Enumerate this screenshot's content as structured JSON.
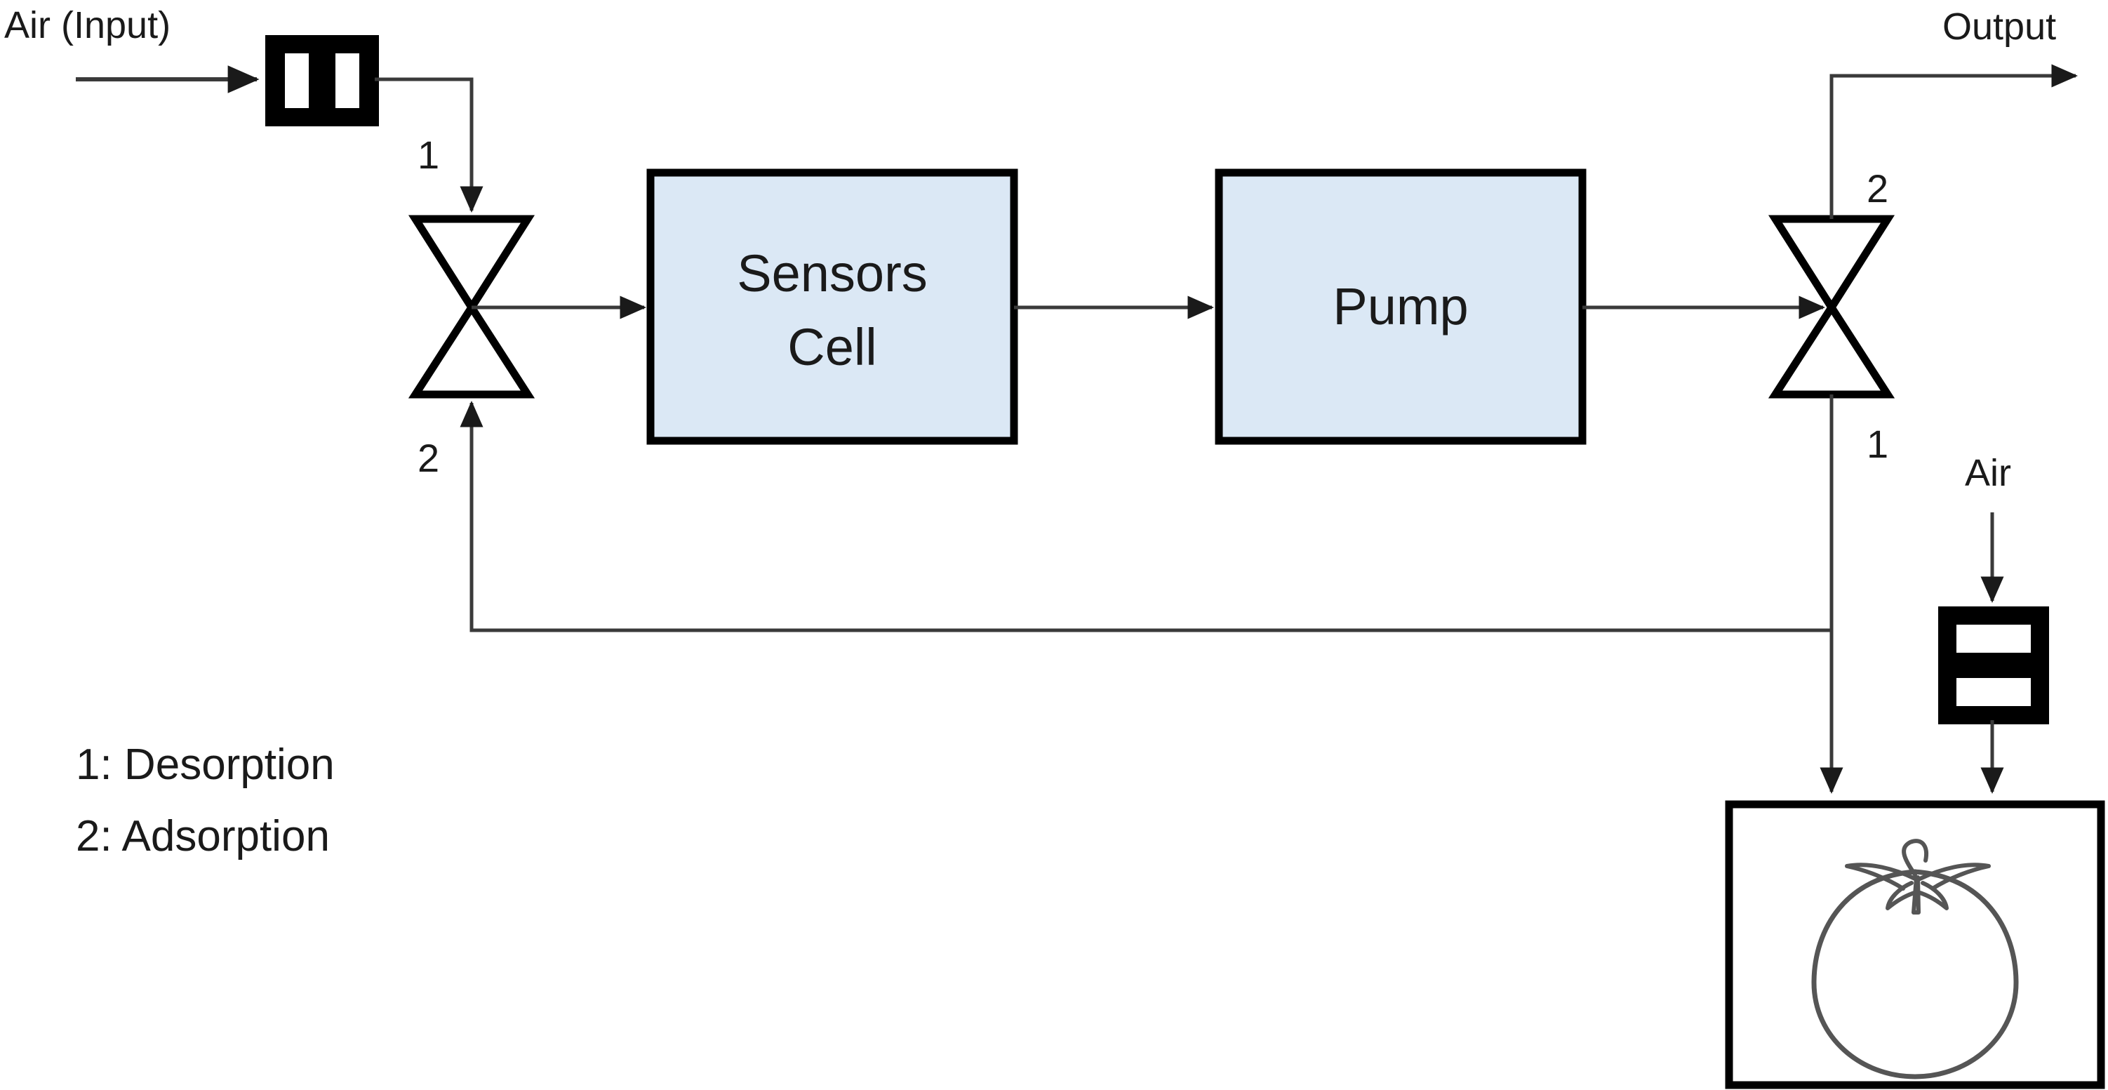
{
  "diagram": {
    "title": "Air sampling flow diagram with sensors cell, pump and adsorption chamber",
    "colors": {
      "block_fill": "#dbe8f5",
      "block_stroke": "#000000",
      "pipe": "#3a3a3a",
      "text": "#1a1a1a",
      "background": "#ffffff",
      "produce_outline": "#555555"
    },
    "labels": {
      "air_input": "Air (Input)",
      "output": "Output",
      "air_secondary": "Air",
      "left_valve_top_number": "1",
      "left_valve_bottom_number": "2",
      "right_valve_top_number": "2",
      "right_valve_bottom_number": "1"
    },
    "blocks": [
      {
        "id": "sensors-cell",
        "label_line1": "Sensors",
        "label_line2": "Cell"
      },
      {
        "id": "pump",
        "label_line1": "Pump",
        "label_line2": ""
      }
    ],
    "components": [
      {
        "id": "inlet-filter",
        "name": "filter-vertical-bands"
      },
      {
        "id": "left-valve",
        "name": "three-way-valve"
      },
      {
        "id": "right-valve",
        "name": "three-way-valve"
      },
      {
        "id": "air-filter",
        "name": "filter-horizontal-bands"
      },
      {
        "id": "sample-chamber",
        "name": "sample-chamber"
      },
      {
        "id": "tomato",
        "name": "tomato-icon"
      }
    ],
    "legend": {
      "items": [
        {
          "key": "1",
          "text": "1: Desorption"
        },
        {
          "key": "2",
          "text": "2: Adsorption"
        }
      ]
    },
    "flow_paths": [
      {
        "from": "air-input",
        "to": "inlet-filter"
      },
      {
        "from": "inlet-filter",
        "to": "left-valve",
        "branch": "1"
      },
      {
        "from": "left-valve",
        "to": "sensors-cell"
      },
      {
        "from": "sensors-cell",
        "to": "pump"
      },
      {
        "from": "pump",
        "to": "right-valve"
      },
      {
        "from": "right-valve",
        "to": "output",
        "branch": "2"
      },
      {
        "from": "right-valve",
        "to": "sample-chamber",
        "branch": "1"
      },
      {
        "from": "sample-chamber-line",
        "to": "left-valve",
        "branch": "2"
      },
      {
        "from": "air-secondary",
        "to": "air-filter"
      },
      {
        "from": "air-filter",
        "to": "sample-chamber"
      }
    ]
  }
}
